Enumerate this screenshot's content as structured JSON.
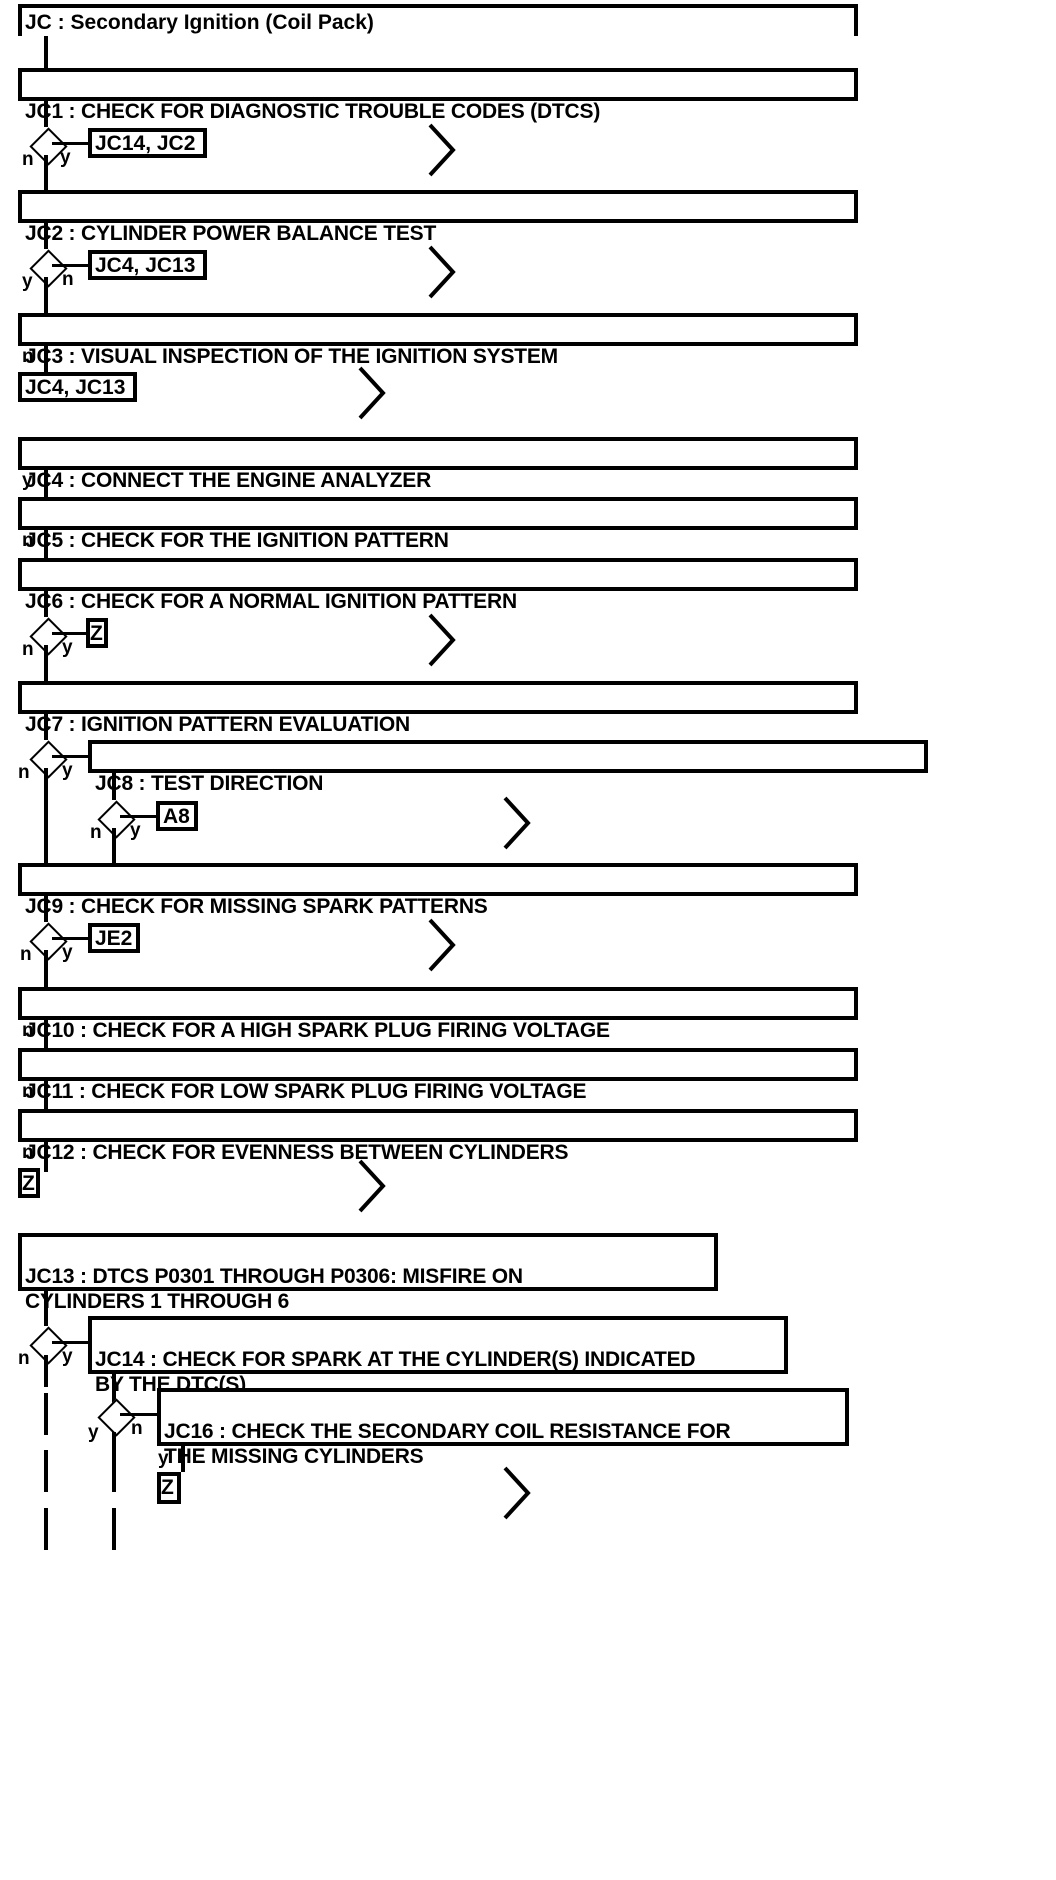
{
  "diagram": {
    "type": "flowchart",
    "title": "JC : Secondary Ignition (Coil Pack)",
    "branch_yes": "y",
    "branch_no": "n",
    "offpage_marker": "chevron-right"
  },
  "steps": {
    "jc1": "JC1 : CHECK FOR DIAGNOSTIC TROUBLE CODES (DTCS)",
    "jc2": "JC2 : CYLINDER POWER BALANCE TEST",
    "jc3": "JC3 : VISUAL INSPECTION OF THE IGNITION SYSTEM",
    "jc4": "JC4 : CONNECT THE ENGINE ANALYZER",
    "jc5": "JC5 : CHECK FOR THE IGNITION PATTERN",
    "jc6": "JC6 : CHECK FOR A NORMAL IGNITION PATTERN",
    "jc7": "JC7 : IGNITION PATTERN EVALUATION",
    "jc8": "JC8 : TEST DIRECTION",
    "jc9": "JC9 : CHECK FOR MISSING SPARK PATTERNS",
    "jc10": "JC10 : CHECK FOR A HIGH SPARK PLUG FIRING VOLTAGE",
    "jc11": "JC11 : CHECK FOR LOW SPARK PLUG FIRING VOLTAGE",
    "jc12": "JC12 : CHECK FOR EVENNESS BETWEEN CYLINDERS",
    "jc13": "JC13 : DTCS P0301 THROUGH P0306: MISFIRE ON\nCYLINDERS 1 THROUGH 6",
    "jc14": "JC14 : CHECK FOR SPARK AT THE CYLINDER(S) INDICATED\nBY THE DTC(S)",
    "jc16": "JC16 : CHECK THE SECONDARY COIL RESISTANCE FOR\nTHE MISSING CYLINDERS"
  },
  "refs": {
    "jc14_jc2": "JC14, JC2",
    "jc4_jc13_a": "JC4, JC13",
    "jc4_jc13_b": "JC4, JC13",
    "z1": "Z",
    "a8": "A8",
    "je2": "JE2",
    "z2": "Z",
    "z3": "Z"
  },
  "labels": {
    "jc1_no": "n",
    "jc1_yes": "y",
    "jc2_yes": "y",
    "jc2_no": "n",
    "jc3_no": "n",
    "jc4_yes": "y",
    "jc5_no": "n",
    "jc6_no": "n",
    "jc6_yes": "y",
    "jc7_no": "n",
    "jc7_yes": "y",
    "jc8_no": "n",
    "jc8_yes": "y",
    "jc9_no": "n",
    "jc9_yes": "y",
    "jc10_no": "n",
    "jc11_no": "n",
    "jc12_no": "n",
    "jc13_no": "n",
    "jc13_yes": "y",
    "jc14_yes": "y",
    "jc14_no": "n",
    "jc16_yes": "y"
  }
}
